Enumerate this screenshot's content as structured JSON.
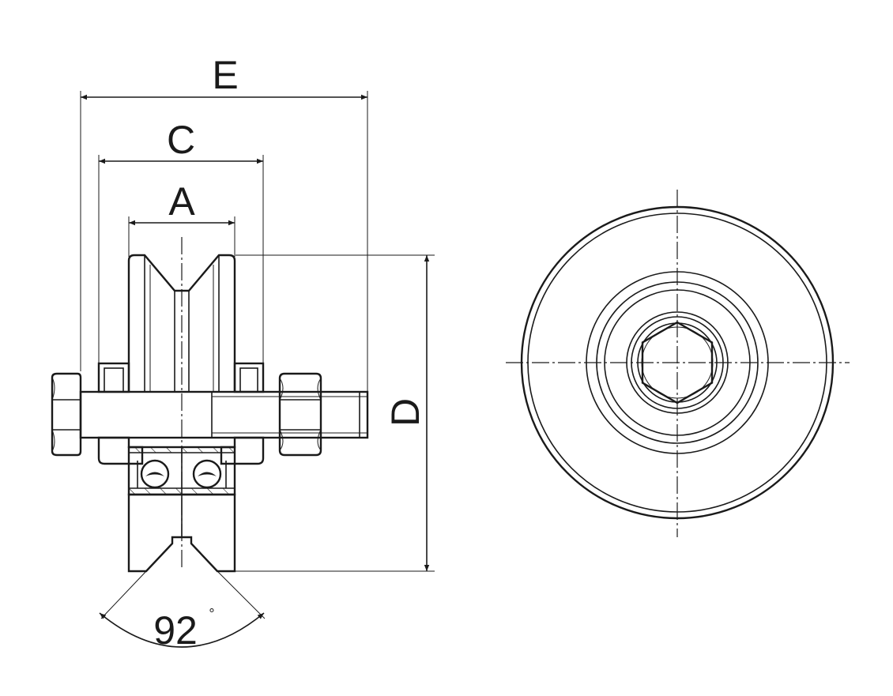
{
  "dimensions": {
    "E": "E",
    "C": "C",
    "A": "A",
    "D": "D",
    "angle_value": "92",
    "angle_unit": "°"
  },
  "colors": {
    "line": "#1a1a1a",
    "background": "#ffffff"
  }
}
